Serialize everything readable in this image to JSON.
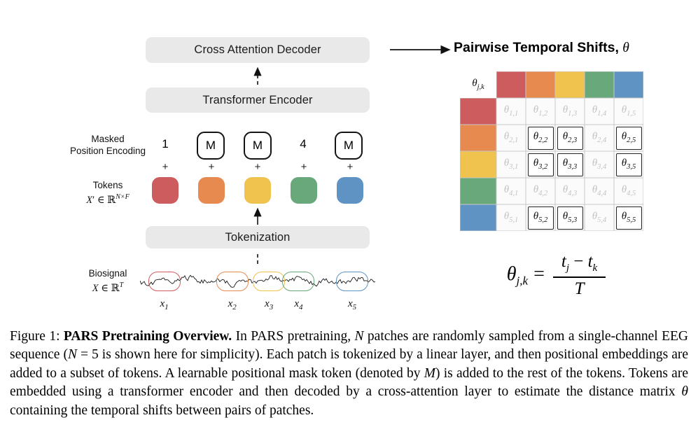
{
  "figure": {
    "boxes": {
      "decoder": "Cross Attention Decoder",
      "encoder": "Transformer Encoder",
      "tokenization": "Tokenization"
    },
    "left_labels": {
      "masked": {
        "line1": "Masked",
        "line2": "Position Encoding"
      },
      "tokens": {
        "line1": "Tokens",
        "math": [
          {
            "t": "X",
            "i": 1
          },
          {
            "t": "′ ∈ ℝ",
            "i": 0
          },
          {
            "t": "N×F",
            "i": 1,
            "sup": 1
          }
        ]
      },
      "biosignal": {
        "line1": "Biosignal",
        "math": [
          {
            "t": "X",
            "i": 1
          },
          {
            "t": " ∈ ℝ",
            "i": 0
          },
          {
            "t": "T",
            "i": 1,
            "sup": 1
          }
        ]
      }
    },
    "position_tokens": [
      {
        "label": "1",
        "boxed": false
      },
      {
        "label": "M",
        "boxed": true
      },
      {
        "label": "M",
        "boxed": true
      },
      {
        "label": "4",
        "boxed": false
      },
      {
        "label": "M",
        "boxed": true
      }
    ],
    "plus_sign": "+",
    "token_colors": [
      "#cd5c5f",
      "#e68a4f",
      "#f0c24e",
      "#68a87b",
      "#5f93c3"
    ],
    "patches": [
      {
        "label_base": "x",
        "label_sub": "1",
        "center_pct": 10.3
      },
      {
        "label_base": "x",
        "label_sub": "2",
        "center_pct": 39.2
      },
      {
        "label_base": "x",
        "label_sub": "3",
        "center_pct": 54.8
      },
      {
        "label_base": "x",
        "label_sub": "4",
        "center_pct": 67.4
      },
      {
        "label_base": "x",
        "label_sub": "5",
        "center_pct": 90.2
      }
    ],
    "shifts_title": [
      {
        "t": "Pairwise Temporal Shifts, ",
        "b": 1
      },
      {
        "t": "θ",
        "i": 1,
        "f": "serif"
      }
    ],
    "matrix": {
      "symbol": "θ",
      "corner_sub": "j,k",
      "colors": [
        "#cd5c5f",
        "#e68a4f",
        "#f0c24e",
        "#68a87b",
        "#5f93c3"
      ],
      "cells": [
        [
          {
            "sub": "1,1",
            "active": false
          },
          {
            "sub": "1,2",
            "active": false
          },
          {
            "sub": "1,3",
            "active": false
          },
          {
            "sub": "1,4",
            "active": false
          },
          {
            "sub": "1,5",
            "active": false
          }
        ],
        [
          {
            "sub": "2,1",
            "active": false
          },
          {
            "sub": "2,2",
            "active": true
          },
          {
            "sub": "2,3",
            "active": true
          },
          {
            "sub": "2,4",
            "active": false
          },
          {
            "sub": "2,5",
            "active": true
          }
        ],
        [
          {
            "sub": "3,1",
            "active": false
          },
          {
            "sub": "3,2",
            "active": true
          },
          {
            "sub": "3,3",
            "active": true
          },
          {
            "sub": "3,4",
            "active": false
          },
          {
            "sub": "3,5",
            "active": true
          }
        ],
        [
          {
            "sub": "4,1",
            "active": false
          },
          {
            "sub": "4,2",
            "active": false
          },
          {
            "sub": "4,3",
            "active": false
          },
          {
            "sub": "4,4",
            "active": false
          },
          {
            "sub": "4,5",
            "active": false
          }
        ],
        [
          {
            "sub": "5,1",
            "active": false
          },
          {
            "sub": "5,2",
            "active": true
          },
          {
            "sub": "5,3",
            "active": true
          },
          {
            "sub": "5,4",
            "active": false
          },
          {
            "sub": "5,5",
            "active": true
          }
        ]
      ]
    },
    "formula": {
      "symbol": "θ",
      "lhs_sub": "j,k",
      "equals": "=",
      "num": [
        {
          "t": "t",
          "i": 1
        },
        {
          "t": "j",
          "i": 1,
          "sub": 1
        },
        {
          "t": " − ",
          "i": 0
        },
        {
          "t": "t",
          "i": 1
        },
        {
          "t": "k",
          "i": 1,
          "sub": 1
        }
      ],
      "den": "T"
    }
  },
  "caption": {
    "segments": [
      {
        "t": "Figure 1: "
      },
      {
        "t": "PARS Pretraining Overview.",
        "b": 1
      },
      {
        "t": " In PARS pretraining, "
      },
      {
        "t": "N",
        "i": 1
      },
      {
        "t": " patches are randomly sampled from a single-channel EEG sequence ("
      },
      {
        "t": "N",
        "i": 1
      },
      {
        "t": " = 5 is shown here for simplicity). Each patch is tokenized by a linear layer, and then positional embeddings are added to a subset of tokens. A learnable positional mask token (denoted by "
      },
      {
        "t": "M",
        "i": 1
      },
      {
        "t": ") is added to the rest of the tokens. Tokens are embedded using a transformer encoder and then decoded by a cross-attention layer to estimate the distance matrix "
      },
      {
        "t": "θ",
        "i": 1
      },
      {
        "t": " containing the temporal shifts between pairs of patches."
      }
    ]
  }
}
